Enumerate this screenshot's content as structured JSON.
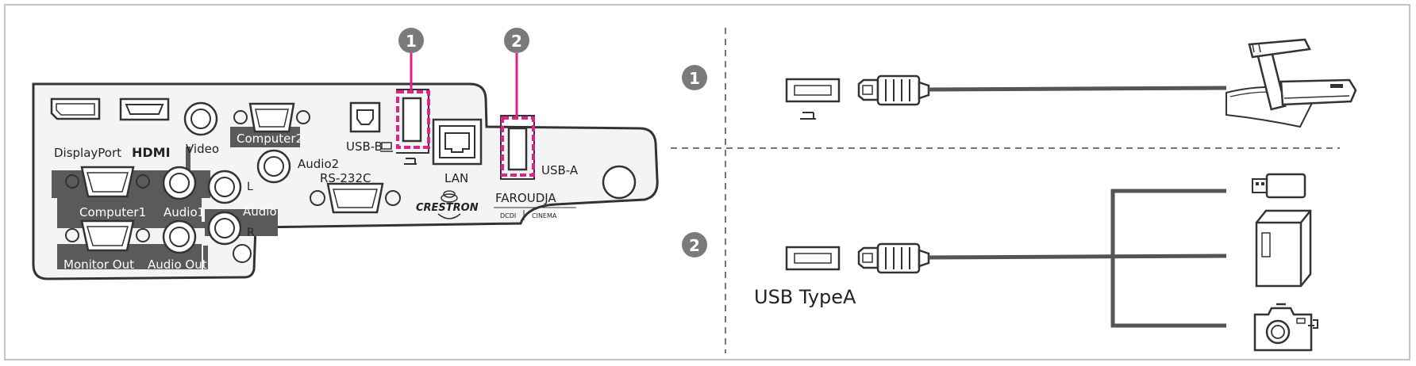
{
  "colors": {
    "panel": "#f4f4f4",
    "panel_stroke": "#333333",
    "label_bar": "#5a5a5a",
    "highlight": "#e0218a",
    "badge": "#7a7a7a",
    "cable": "#555555",
    "divider": "#777777"
  },
  "badges": {
    "one": "1",
    "two": "2"
  },
  "ports": {
    "displayport": "DisplayPort",
    "hdmi": "HDMI",
    "video": "Video",
    "computer2": "Computer2",
    "usb_b": "USB-B",
    "audio2": "Audio2",
    "rs232c": "RS-232C",
    "lan": "LAN",
    "usb_a": "USB-A",
    "computer1": "Computer1",
    "audio1": "Audio1",
    "audio": "Audio",
    "audio_l": "L",
    "audio_r": "R",
    "monitor_out": "Monitor Out",
    "audio_out": "Audio Out"
  },
  "logos": {
    "crestron": "CRESTRON",
    "faroudja": "FAROUDJA",
    "dcdi": "DCDI",
    "cinema": "CINEMA"
  },
  "right_panel": {
    "usb_type_label": "USB TypeA"
  },
  "icons": [
    "document-camera-icon",
    "usb-stick-icon",
    "hard-drive-icon",
    "digital-camera-icon",
    "usb-plug-icon",
    "monitor-icon"
  ]
}
